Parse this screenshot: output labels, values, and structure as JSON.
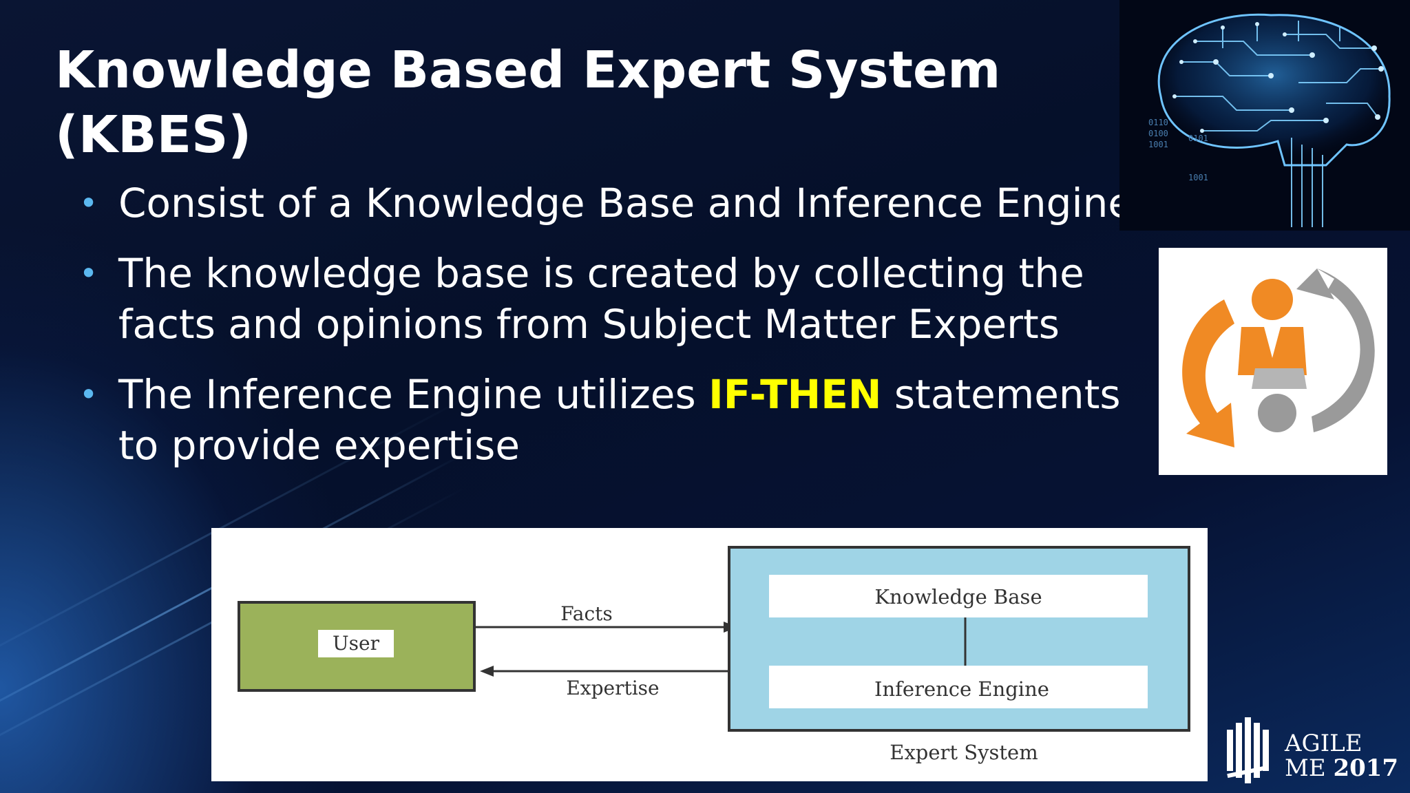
{
  "slide": {
    "title": "Knowledge Based Expert System (KBES)",
    "bullets": [
      {
        "text": "Consist of a Knowledge Base and Inference Engine"
      },
      {
        "text": "The knowledge base is created by collecting the facts and opinions from Subject Matter Experts"
      },
      {
        "before": "The Inference Engine utilizes ",
        "highlight": "IF-THEN",
        "after": " statements to provide expertise"
      }
    ],
    "bullet_color": "#5bb8f0",
    "highlight_color": "#ffff00"
  },
  "images": {
    "brain": {
      "icon": "circuit-brain",
      "binary_text": [
        "0110",
        "0100",
        "1001",
        "0101",
        "1001"
      ]
    },
    "expert": {
      "icon": "expert-exchange",
      "colors": {
        "orange": "#f08a24",
        "gray": "#9a9a9a"
      }
    }
  },
  "diagram": {
    "user_label": "User",
    "facts_label": "Facts",
    "expertise_label": "Expertise",
    "knowledge_base_label": "Knowledge Base",
    "inference_engine_label": "Inference Engine",
    "system_label": "Expert System",
    "colors": {
      "user_box": "#9bb25a",
      "system_box": "#9fd4e6"
    }
  },
  "logo": {
    "line1": "AGILE",
    "line2_a": "ME",
    "line2_b": "2017"
  }
}
